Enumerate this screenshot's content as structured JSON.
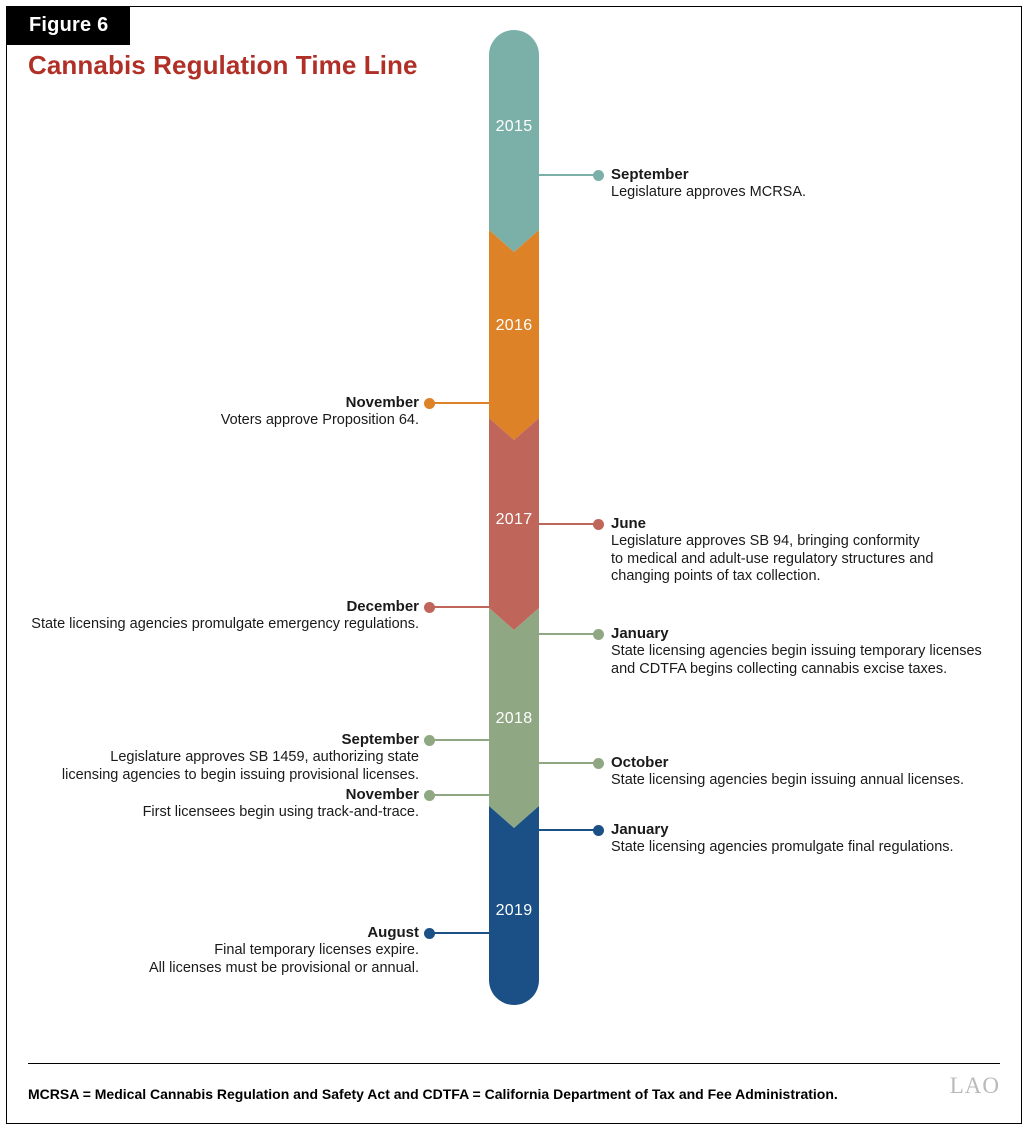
{
  "figure": {
    "tab_label": "Figure 6",
    "title": "Cannabis Regulation Time Line",
    "footnote": "MCRSA = Medical Cannabis Regulation and Safety Act and CDTFA = California Department of Tax and Fee Administration.",
    "logo_text": "LAO"
  },
  "colors": {
    "title_red": "#B03027",
    "teal": "#7BB0A8",
    "orange": "#DD8227",
    "salmon": "#C0655A",
    "sage": "#8FA783",
    "navy": "#1B5086",
    "frame": "#000000",
    "text": "#1a1a1a"
  },
  "chart_data": {
    "type": "timeline",
    "title": "Cannabis Regulation Time Line",
    "orientation": "vertical",
    "segments": [
      {
        "year": "2015",
        "color": "#7BB0A8"
      },
      {
        "year": "2016",
        "color": "#DD8227"
      },
      {
        "year": "2017",
        "color": "#C0655A"
      },
      {
        "year": "2018",
        "color": "#8FA783"
      },
      {
        "year": "2019",
        "color": "#1B5086"
      }
    ],
    "events": [
      {
        "year": "2015",
        "month": "September",
        "description": "Legislature approves MCRSA.",
        "side": "right",
        "color": "#7BB0A8"
      },
      {
        "year": "2016",
        "month": "November",
        "description": "Voters approve Proposition 64.",
        "side": "left",
        "color": "#DD8227"
      },
      {
        "year": "2017",
        "month": "June",
        "description": "Legislature approves SB 94, bringing conformity\nto medical and adult-use regulatory structures and\nchanging points of tax collection.",
        "side": "right",
        "color": "#C0655A"
      },
      {
        "year": "2017",
        "month": "December",
        "description": "State licensing agencies promulgate emergency regulations.",
        "side": "left",
        "color": "#C0655A"
      },
      {
        "year": "2018",
        "month": "January",
        "description": "State licensing agencies begin issuing temporary licenses\nand CDTFA begins collecting cannabis excise taxes.",
        "side": "right",
        "color": "#8FA783"
      },
      {
        "year": "2018",
        "month": "September",
        "description": "Legislature approves SB 1459, authorizing state\nlicensing agencies to begin issuing provisional licenses.",
        "side": "left",
        "color": "#8FA783"
      },
      {
        "year": "2018",
        "month": "October",
        "description": "State licensing agencies begin issuing annual licenses.",
        "side": "right",
        "color": "#8FA783"
      },
      {
        "year": "2018",
        "month": "November",
        "description": "First licensees begin using track-and-trace.",
        "side": "left",
        "color": "#8FA783"
      },
      {
        "year": "2019",
        "month": "January",
        "description": "State licensing agencies promulgate final regulations.",
        "side": "right",
        "color": "#1B5086"
      },
      {
        "year": "2019",
        "month": "August",
        "description": "Final temporary licenses expire.\nAll licenses must be provisional or annual.",
        "side": "left",
        "color": "#1B5086"
      }
    ]
  }
}
